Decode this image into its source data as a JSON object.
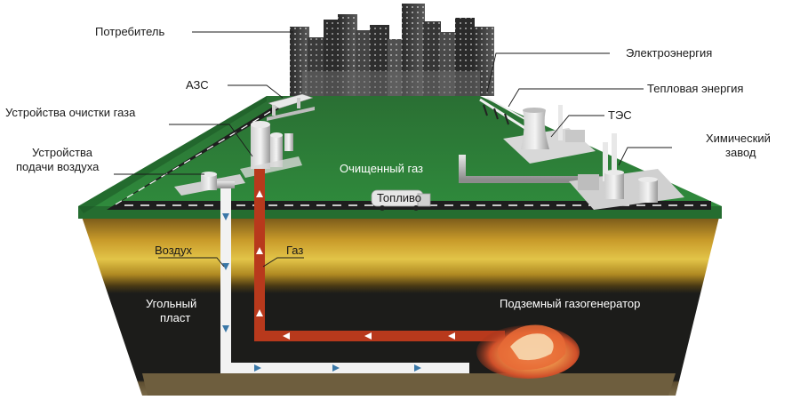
{
  "labels": {
    "consumer": "Потребитель",
    "gas_station": "АЗС",
    "gas_cleaning": "Устройства очистки газа",
    "air_supply_line1": "Устройства",
    "air_supply_line2": "подачи воздуха",
    "electricity": "Электроэнергия",
    "heat_energy": "Тепловая энергия",
    "power_plant": "ТЭС",
    "chemical_plant_line1": "Химический",
    "chemical_plant_line2": "завод",
    "cleaned_gas": "Очищенный газ",
    "fuel": "Топливо",
    "air": "Воздух",
    "gas": "Газ",
    "coal_seam_line1": "Угольный",
    "coal_seam_line2": "пласт",
    "gas_generator": "Подземный газогенератор"
  },
  "colors": {
    "grass": "#2f7a3a",
    "soil_top": "#7a5a1a",
    "soil_yellow": "#d6b83a",
    "coal": "#1c1c1a",
    "bedrock": "#6b5a3a",
    "road": "#1e1e1e",
    "gas_pipe": "#b8391c",
    "air_pipe": "#f2f2f2",
    "arrow_blue": "#3a78a8"
  }
}
